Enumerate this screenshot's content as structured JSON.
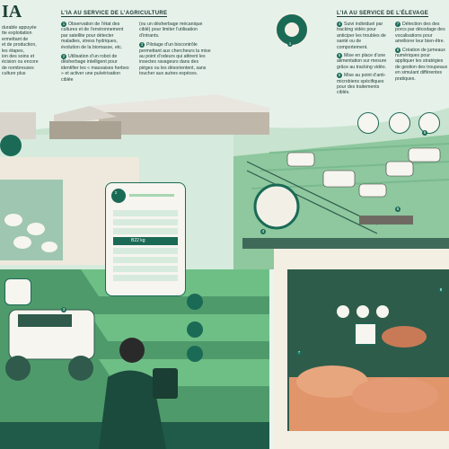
{
  "title_fragment": "IA",
  "left_intro": [
    "durable appuyée",
    "tte exploitation",
    "ermettant de",
    "et de production,",
    "les étapes,",
    "ion des soins et",
    "écision ou encore",
    "de nombreuses",
    "culture plus"
  ],
  "agri": {
    "header": "L’IA AU SERVICE DE L’AGRICULTURE",
    "items": [
      {
        "n": "1",
        "text": "Observation de l’état des cultures et de l’environnement par satellite pour détecter maladies, stress hydriques, évolution de la biomasse, etc."
      },
      {
        "n": "2",
        "text": "Utilisation d’un robot de désherbage intelligent pour identifier les « mauvaises herbes » et activer une pulvérisation ciblée"
      }
    ],
    "col2": [
      {
        "n": "",
        "text": "(ou un désherbage mécanique ciblé) pour limiter l’utilisation d’intrants."
      },
      {
        "n": "3",
        "text": "Pilotage d’un biocontrôle permettant aux chercheurs la mise au point d’odeurs qui attirent les insectes ravageurs dans des pièges ou les désorientent, sans toucher aux autres espèces."
      }
    ]
  },
  "elev": {
    "header": "L’IA AU SERVICE DE L’ÉLEVAGE",
    "items": [
      {
        "n": "4",
        "text": "Suivi individuel par tracking vidéo pour anticiper les troubles de santé ou de comportement."
      },
      {
        "n": "5",
        "text": "Mise en place d’une alimentation sur mesure grâce au tracking vidéo."
      },
      {
        "n": "6",
        "text": "Mise au point d’anti-microbiens spécifiques pour des traitements ciblés."
      }
    ],
    "col2": [
      {
        "n": "7",
        "text": "Détection des des porcs par décodage des vocalisations pour améliorer leur bien-être."
      },
      {
        "n": "8",
        "text": "Création de jumeaux numériques pour appliquer les stratégies de gestion des troupeaux en simulant différentes pratiques."
      }
    ]
  },
  "phone": {
    "row_label": "B22 kg"
  },
  "badges": {
    "b1": "1",
    "b2": "2",
    "b3": "3",
    "b4": "4",
    "b5": "5",
    "b6": "6",
    "b7": "7",
    "b8": "8"
  },
  "colors": {
    "dark_green": "#1a6a56",
    "mid_green": "#5fae7d",
    "light_green": "#a7d7b4",
    "bg": "#eaf3ee",
    "pig": "#e7a67e"
  }
}
